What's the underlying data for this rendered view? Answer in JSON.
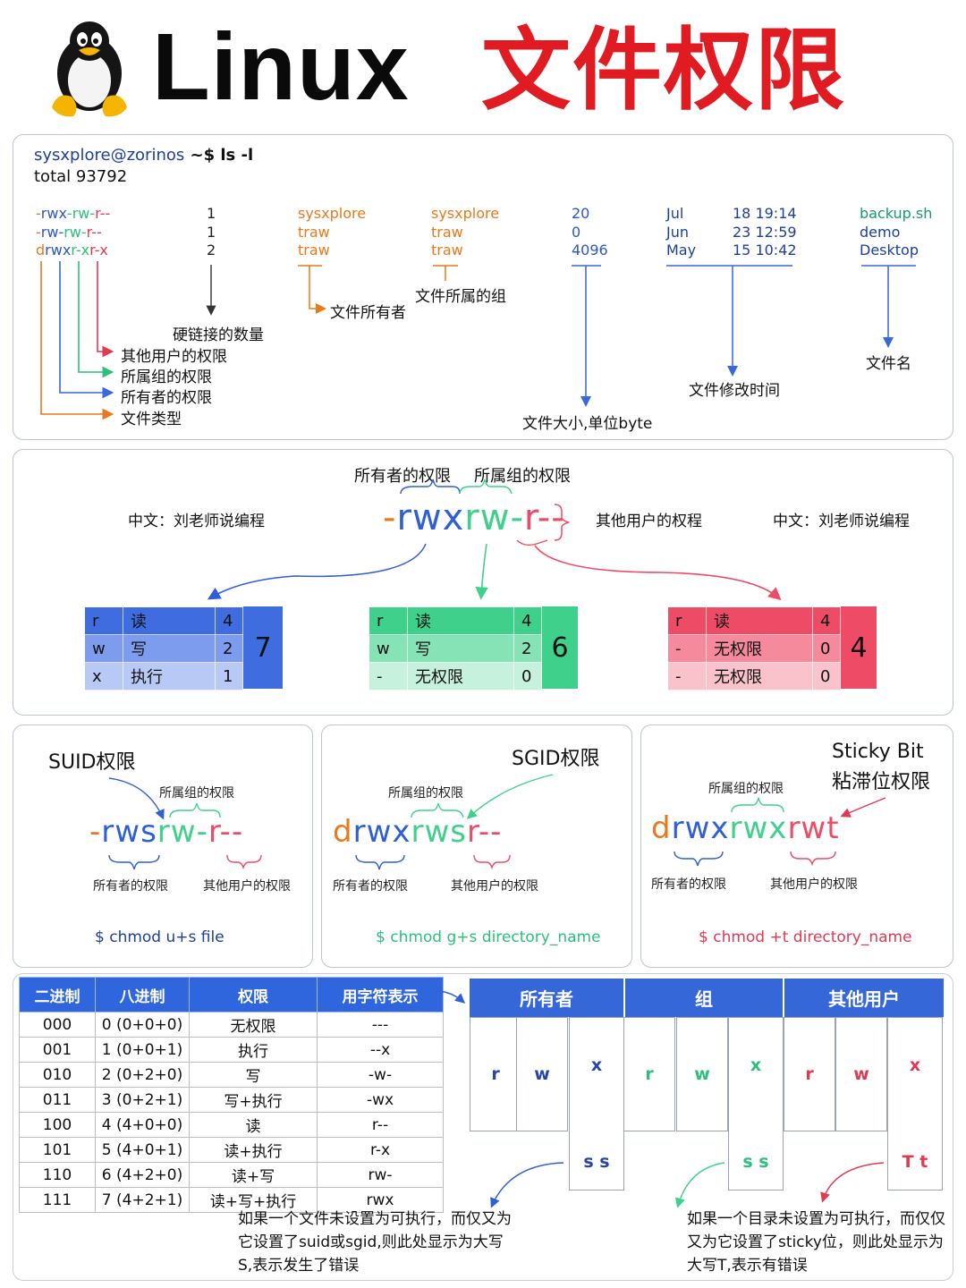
{
  "header": {
    "title_en": "Linux",
    "title_cn": "文件权限"
  },
  "terminal": {
    "prompt_user": "sysxplore@zorinos",
    "prompt_cmd": " ~$ ls -l",
    "total": "total 93792",
    "rows": [
      {
        "perm": "-rwx-rw-r--",
        "links": "1",
        "owner": "sysxplore",
        "group": "sysxplore",
        "size": "20",
        "month": "Jul",
        "datetime": "18 19:14",
        "name": "backup.sh"
      },
      {
        "perm": "-rw-rw-r--",
        "links": "1",
        "owner": "traw",
        "group": "traw",
        "size": "0",
        "month": "Jun",
        "datetime": "23 12:59",
        "name": "demo"
      },
      {
        "perm": "drwxr-xr-x",
        "links": "2",
        "owner": "traw",
        "group": "traw",
        "size": "4096",
        "month": "May",
        "datetime": "15 10:42",
        "name": "Desktop"
      }
    ],
    "labels": {
      "hardlinks": "硬链接的数量",
      "other_perm": "其他用户的权限",
      "group_perm": "所属组的权限",
      "owner_perm": "所有者的权限",
      "file_type": "文件类型",
      "owner": "文件所有者",
      "group": "文件所属的组",
      "size": "文件大小,单位byte",
      "mtime": "文件修改时间",
      "filename": "文件名"
    }
  },
  "perm_breakdown": {
    "label_owner": "所有者的权限",
    "label_group": "所属组的权限",
    "label_other": "其他用户的权程",
    "watermark_left": "中文：刘老师说编程",
    "watermark_right": "中文：刘老师说编程",
    "perm_parts": [
      "-",
      "rwx",
      "rw",
      "-",
      "r",
      "--"
    ],
    "tables": [
      {
        "rows": [
          [
            "r",
            "读",
            "4"
          ],
          [
            "w",
            "写",
            "2"
          ],
          [
            "x",
            "执行",
            "1"
          ]
        ],
        "total": "7"
      },
      {
        "rows": [
          [
            "r",
            "读",
            "4"
          ],
          [
            "w",
            "写",
            "2"
          ],
          [
            "-",
            "无权限",
            "0"
          ]
        ],
        "total": "6"
      },
      {
        "rows": [
          [
            "r",
            "读",
            "4"
          ],
          [
            "-",
            "无权限",
            "0"
          ],
          [
            "-",
            "无权限",
            "0"
          ]
        ],
        "total": "4"
      }
    ],
    "colors": {
      "owner": "#3a66de",
      "group": "#3fd08b",
      "other": "#ee4b66"
    }
  },
  "special": {
    "suid": {
      "title": "SUID权限",
      "perm_parts": [
        "-",
        "rws",
        "rw",
        "-",
        "r",
        "--"
      ],
      "label_group": "所属组的权限",
      "label_owner": "所有者的权限",
      "label_other": "其他用户的权限",
      "cmd": "$ chmod u+s file"
    },
    "sgid": {
      "title": "SGID权限",
      "perm_parts": [
        "d",
        "rwx",
        "rws",
        "r--"
      ],
      "label_group": "所属组的权限",
      "label_owner": "所有者的权限",
      "label_other": "其他用户的权限",
      "cmd": "$ chmod g+s directory_name"
    },
    "sticky": {
      "title_line1": "Sticky Bit",
      "title_line2": "粘滞位权限",
      "perm_parts": [
        "d",
        "rwx",
        "rwx",
        "rwt"
      ],
      "label_group": "所属组的权限",
      "label_owner": "所有者的权限",
      "label_other": "其他用户的权限",
      "cmd": "$ chmod +t directory_name"
    }
  },
  "binary_table": {
    "headers": [
      "二进制",
      "八进制",
      "权限",
      "用字符表示"
    ],
    "rows": [
      [
        "000",
        "0 (0+0+0)",
        "无权限",
        "---"
      ],
      [
        "001",
        "1 (0+0+1)",
        "执行",
        "--x"
      ],
      [
        "010",
        "2 (0+2+0)",
        "写",
        "-w-"
      ],
      [
        "011",
        "3 (0+2+1)",
        "写+执行",
        "-wx"
      ],
      [
        "100",
        "4 (4+0+0)",
        "读",
        "r--"
      ],
      [
        "101",
        "5 (4+0+1)",
        "读+执行",
        "r-x"
      ],
      [
        "110",
        "6 (4+2+0)",
        "读+写",
        "rw-"
      ],
      [
        "111",
        "7 (4+2+1)",
        "读+写+执行",
        "rwx"
      ]
    ]
  },
  "bit_grid": {
    "groups": [
      "所有者",
      "组",
      "其他用户"
    ],
    "cells": [
      "r",
      "w",
      "x",
      "r",
      "w",
      "x",
      "r",
      "w",
      "x"
    ],
    "ext": [
      "s s",
      "s s",
      "T t"
    ],
    "note_left": "如果一个文件未设置为可执行，而仅又为它设置了suid或sgid,则此处显示为大写S,表示发生了错误",
    "note_right": "如果一个目录未设置为可执行，而仅仅又为它设置了sticky位，则此处显示为大写T,表示有错误"
  }
}
